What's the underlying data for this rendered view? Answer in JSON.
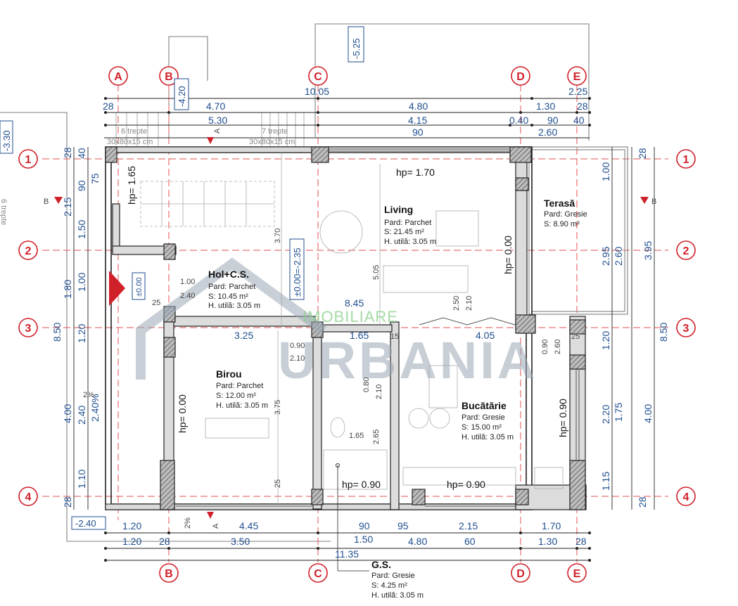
{
  "axes_top": [
    {
      "id": "axis-a-top",
      "label": "A"
    },
    {
      "id": "axis-b-top",
      "label": "B"
    },
    {
      "id": "axis-c-top",
      "label": "C"
    },
    {
      "id": "axis-d-top",
      "label": "D"
    },
    {
      "id": "axis-e-top",
      "label": "E"
    }
  ],
  "axes_bottom": [
    {
      "id": "axis-b-bottom",
      "label": "B"
    },
    {
      "id": "axis-c-bottom",
      "label": "C"
    },
    {
      "id": "axis-d-bottom",
      "label": "D"
    },
    {
      "id": "axis-e-bottom",
      "label": "E"
    }
  ],
  "axes_left": [
    {
      "id": "axis-1-left",
      "label": "1"
    },
    {
      "id": "axis-2-left",
      "label": "2"
    },
    {
      "id": "axis-3-left",
      "label": "3"
    },
    {
      "id": "axis-4-left",
      "label": "4"
    }
  ],
  "axes_right": [
    {
      "id": "axis-1-right",
      "label": "1"
    },
    {
      "id": "axis-2-right",
      "label": "2"
    },
    {
      "id": "axis-3-right",
      "label": "3"
    },
    {
      "id": "axis-4-right",
      "label": "4"
    }
  ],
  "rooms": {
    "living": {
      "name": "Living",
      "floor": "Pard: Parchet",
      "area": "S: 21.45 m²",
      "height": "H. utilă: 3.05 m"
    },
    "hol": {
      "name": "Hol+C.S.",
      "floor": "Pard: Parchet",
      "area": "S: 10.45 m²",
      "height": "H. utilă: 3.05 m"
    },
    "terasa": {
      "name": "Terasă",
      "floor": "Pard: Gresie",
      "area": "S: 8.90 m²"
    },
    "birou": {
      "name": "Birou",
      "floor": "Pard: Parchet",
      "area": "S: 12.00 m²",
      "height": "H. utilă: 3.05 m"
    },
    "bucatarie": {
      "name": "Bucătărie",
      "floor": "Pard: Gresie",
      "area": "S: 15.00 m²",
      "height": "H. utilă: 3.05 m"
    },
    "gs": {
      "name": "G.S.",
      "floor": "Pard: Gresie",
      "area": "S: 4.25 m²",
      "height": "H. utilă: 3.05 m"
    }
  },
  "hp": {
    "living_top": "hp= 1.70",
    "hol_left": "hp= 1.65",
    "living_right": "hp= 0.00",
    "birou_left": "hp= 0.00",
    "bucatarie_right": "hp= 0.90",
    "gs_bottom": "hp= 0.90",
    "bucatarie_bottom": "hp= 0.90"
  },
  "level_marks": {
    "top_box": "-5.25",
    "b_box": "-4.20",
    "left_box": "-3.30",
    "bottom_box": "-2.40",
    "center_v": "±0.00=-2.35",
    "hol_box": "±0.00"
  },
  "stairs": {
    "left": "6 trepte",
    "left_size": "30x80x15 cm",
    "right": "7 trepte",
    "right_size": "30x80x15 cm",
    "side": "6 trepte"
  },
  "watermark": {
    "line1": "IMOBILIARE",
    "line2": "URBANIA"
  },
  "sections": {
    "a": "A",
    "b": "B"
  },
  "dims_top": {
    "r1": [
      "10.05",
      "2.25"
    ],
    "r2": [
      "28",
      "4.70",
      "4.80",
      "1.30",
      "28"
    ],
    "r3": [
      "5.30",
      "4.15",
      "0.40",
      "90",
      "40"
    ],
    "r4": [
      "90",
      "2.60"
    ]
  },
  "dims_bottom": {
    "r1": [
      "1.20",
      "4.45",
      "90",
      "95",
      "2.15",
      "1.70"
    ],
    "r2": [
      "1.20",
      "28",
      "3.50",
      "1.50",
      "4.80",
      "60",
      "1.30",
      "28"
    ],
    "r3": [
      "11.35"
    ]
  },
  "dims_left": [
    "28",
    "40",
    "75",
    "2.15",
    "90",
    "1.50",
    "1.80",
    "1.00",
    "8.50",
    "1.20",
    "4.00",
    "2.40",
    "1.10",
    "28",
    "2.40%",
    "2%"
  ],
  "dims_right": [
    "28",
    "1.00",
    "3.95",
    "2.95",
    "2.60",
    "8.50",
    "1.20",
    "2.20",
    "1.75",
    "4.00",
    "1.15",
    "28"
  ],
  "dims_interior": [
    "1.00",
    "2.40",
    "25",
    "3.70",
    "5.05",
    "8.45",
    "2.50",
    "2.10",
    "3.25",
    "1.65",
    "15",
    "4.05",
    "0.90",
    "2.10",
    "0.80",
    "2.10",
    "1.65",
    "2.65",
    "3.75",
    "25",
    "0.90",
    "2.60",
    "25",
    "2%"
  ]
}
